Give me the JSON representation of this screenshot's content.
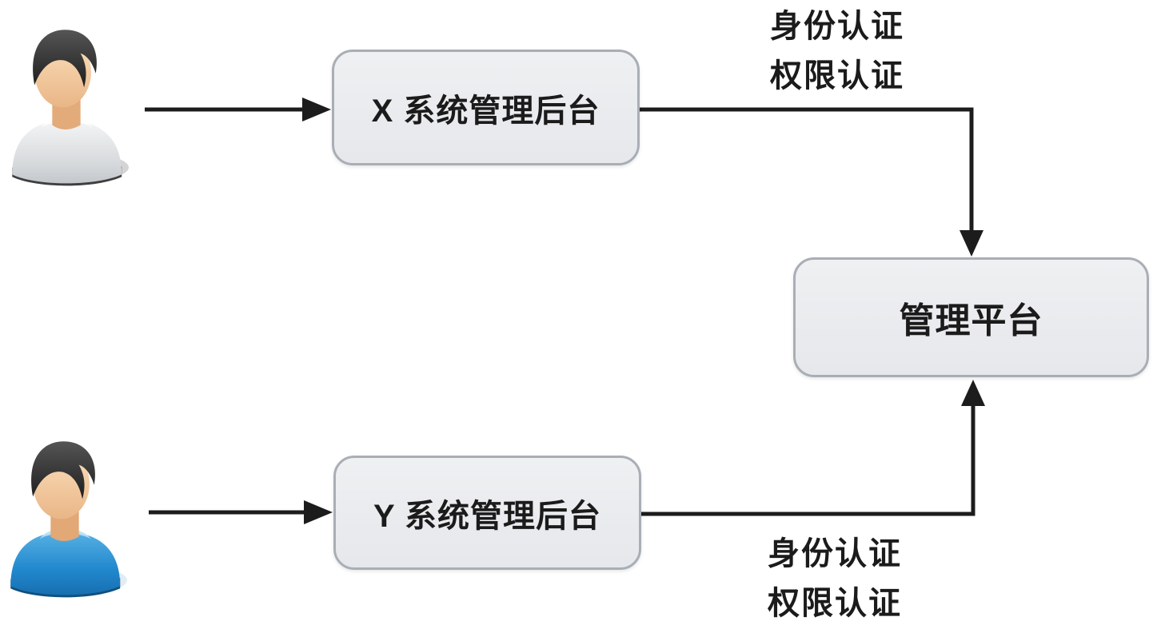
{
  "diagram": {
    "nodes": {
      "x_system": {
        "label": "X 系统管理后台"
      },
      "y_system": {
        "label": "Y 系统管理后台"
      },
      "platform": {
        "label": "管理平台"
      }
    },
    "edge_labels": {
      "top": {
        "line1": "身份认证",
        "line2": "权限认证"
      },
      "bottom": {
        "line1": "身份认证",
        "line2": "权限认证"
      }
    },
    "actors": {
      "user_top": {
        "icon": "user-gray-shirt-icon"
      },
      "user_bottom": {
        "icon": "user-blue-shirt-icon"
      }
    },
    "colors": {
      "node_fill": "#e9ebee",
      "node_border": "#a9aeb6",
      "arrow": "#1c1c1c",
      "text": "#1b1b1b",
      "shirt_gray": "#d6d9dc",
      "shirt_blue": "#2188cd",
      "skin": "#f3cda4",
      "hair": "#3a3a3a"
    }
  }
}
